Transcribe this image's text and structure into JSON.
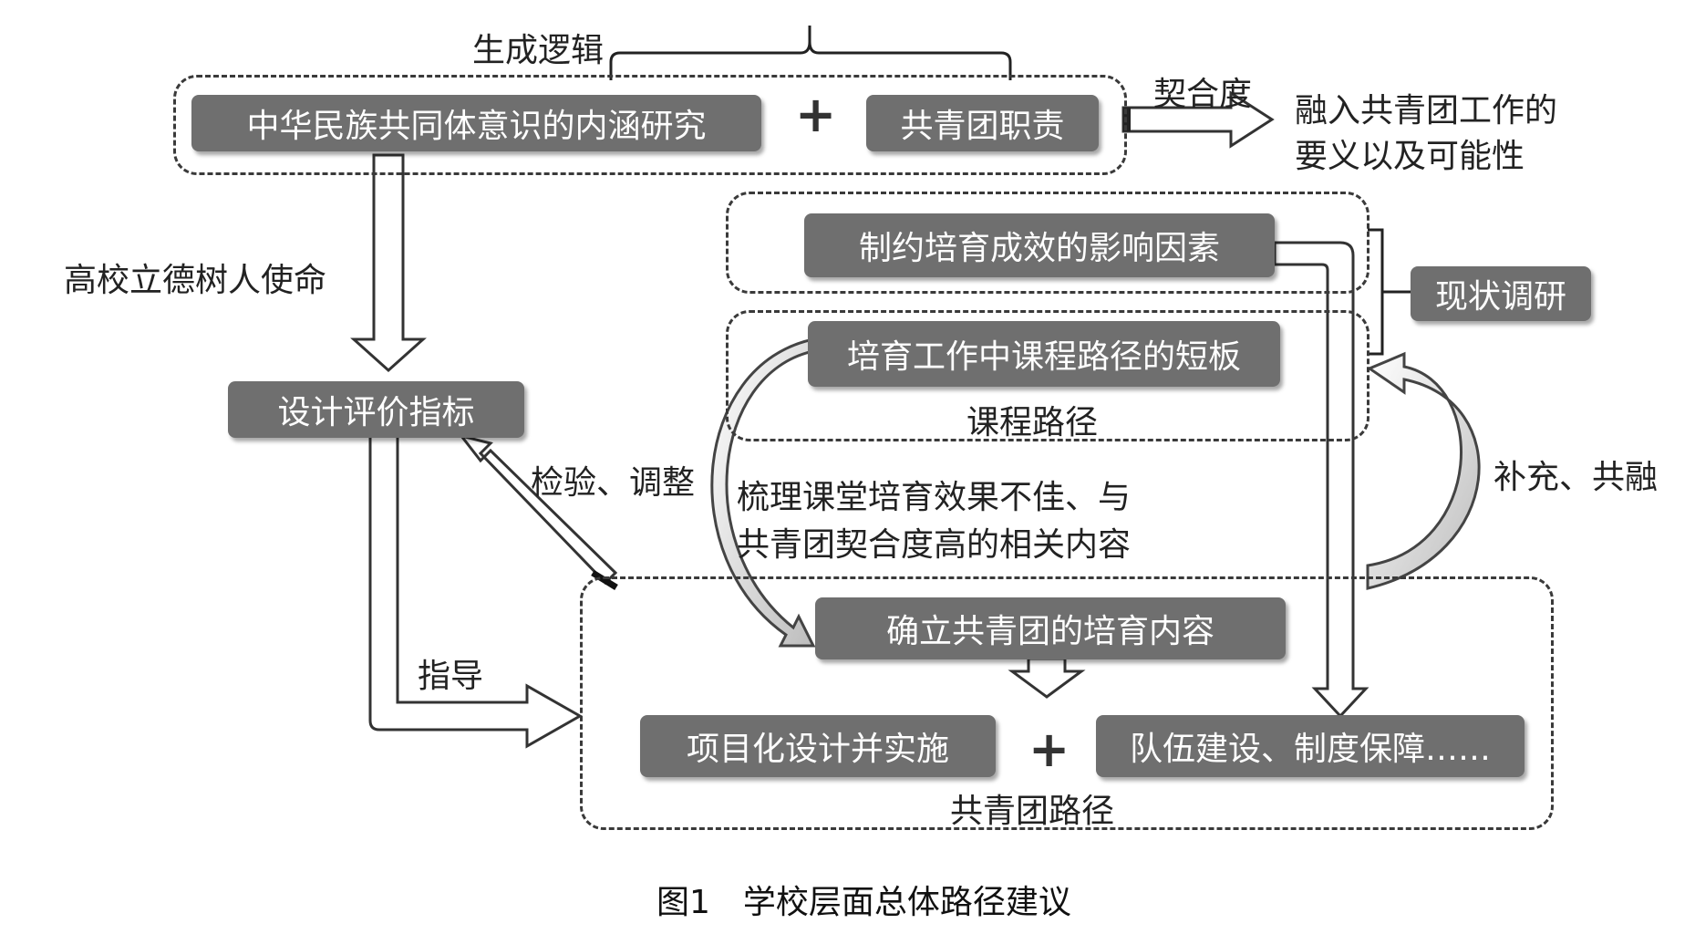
{
  "figure": {
    "caption": "图1　学校层面总体路径建议"
  },
  "nodes": {
    "connotation": "中华民族共同体意识的内涵研究",
    "league_duty": "共青团职责",
    "design_indicator": "设计评价指标",
    "constraint_factors": "制约培育成效的影响因素",
    "status_research": "现状调研",
    "course_shortcoming": "培育工作中课程路径的短板",
    "cultivation_content": "确立共青团的培育内容",
    "project_design": "项目化设计并实施",
    "team_building": "队伍建设、制度保障……"
  },
  "labels": {
    "generation_logic": "生成逻辑",
    "fit_degree": "契合度",
    "integration_line1": "融入共青团工作的",
    "integration_line2": "要义以及可能性",
    "mission": "高校立德树人使命",
    "course_path": "课程路径",
    "check_adjust": "检验、调整",
    "sort_line1": "梳理课堂培育效果不佳、与",
    "sort_line2": "共青团契合度高的相关内容",
    "supplement": "补充、共融",
    "guide": "指导",
    "league_path": "共青团路径",
    "plus": "+"
  }
}
